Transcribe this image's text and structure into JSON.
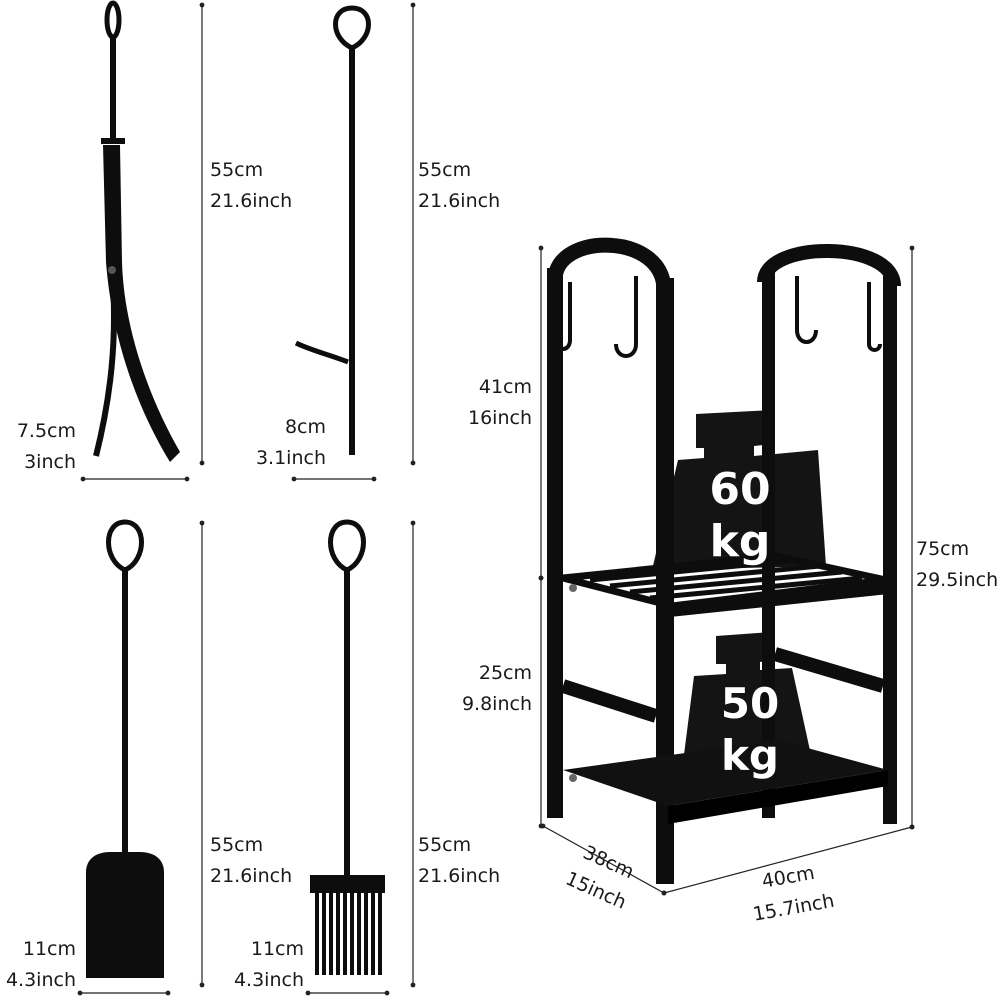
{
  "tools": {
    "tongs": {
      "height_cm": "55cm",
      "height_in": "21.6inch",
      "width_cm": "7.5cm",
      "width_in": "3inch"
    },
    "poker": {
      "height_cm": "55cm",
      "height_in": "21.6inch",
      "width_cm": "8cm",
      "width_in": "3.1inch"
    },
    "shovel": {
      "height_cm": "55cm",
      "height_in": "21.6inch",
      "width_cm": "11cm",
      "width_in": "4.3inch"
    },
    "brush": {
      "height_cm": "55cm",
      "height_in": "21.6inch",
      "width_cm": "11cm",
      "width_in": "4.3inch"
    }
  },
  "rack": {
    "total_height_cm": "75cm",
    "total_height_in": "29.5inch",
    "upper_height_cm": "41cm",
    "upper_height_in": "16inch",
    "lower_height_cm": "25cm",
    "lower_height_in": "9.8inch",
    "depth_cm": "38cm",
    "depth_in": "15inch",
    "width_cm": "40cm",
    "width_in": "15.7inch",
    "upper_load_value": "60",
    "upper_load_unit": "kg",
    "lower_load_value": "50",
    "lower_load_unit": "kg"
  },
  "colors": {
    "product": "#0d0d0d",
    "dimension_line": "#222222",
    "background": "#ffffff"
  }
}
